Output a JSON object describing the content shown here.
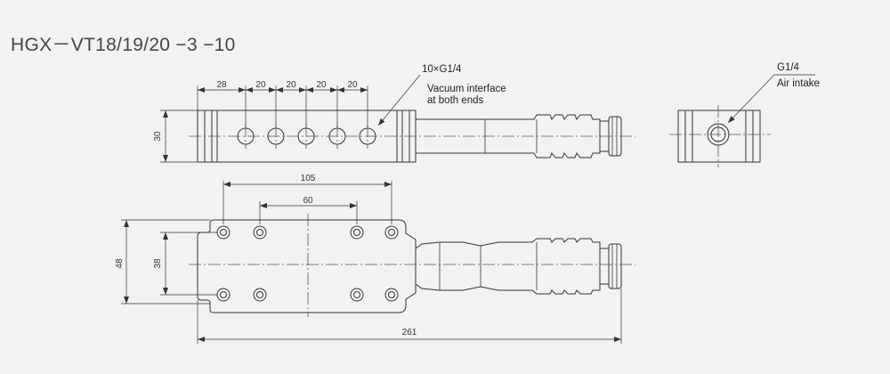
{
  "title": "HGX－VT18/19/20 −3 −10",
  "annotations": {
    "ports_callout": "10×G1/4",
    "vacuum_line1": "Vacuum interface",
    "vacuum_line2": "at both ends",
    "intake_callout": "G1/4",
    "intake_label": "Air intake"
  },
  "dimensions": {
    "d28": "28",
    "d20a": "20",
    "d20b": "20",
    "d20c": "20",
    "d20d": "20",
    "d30": "30",
    "d105": "105",
    "d60": "60",
    "d48": "48",
    "d38": "38",
    "d261": "261"
  }
}
